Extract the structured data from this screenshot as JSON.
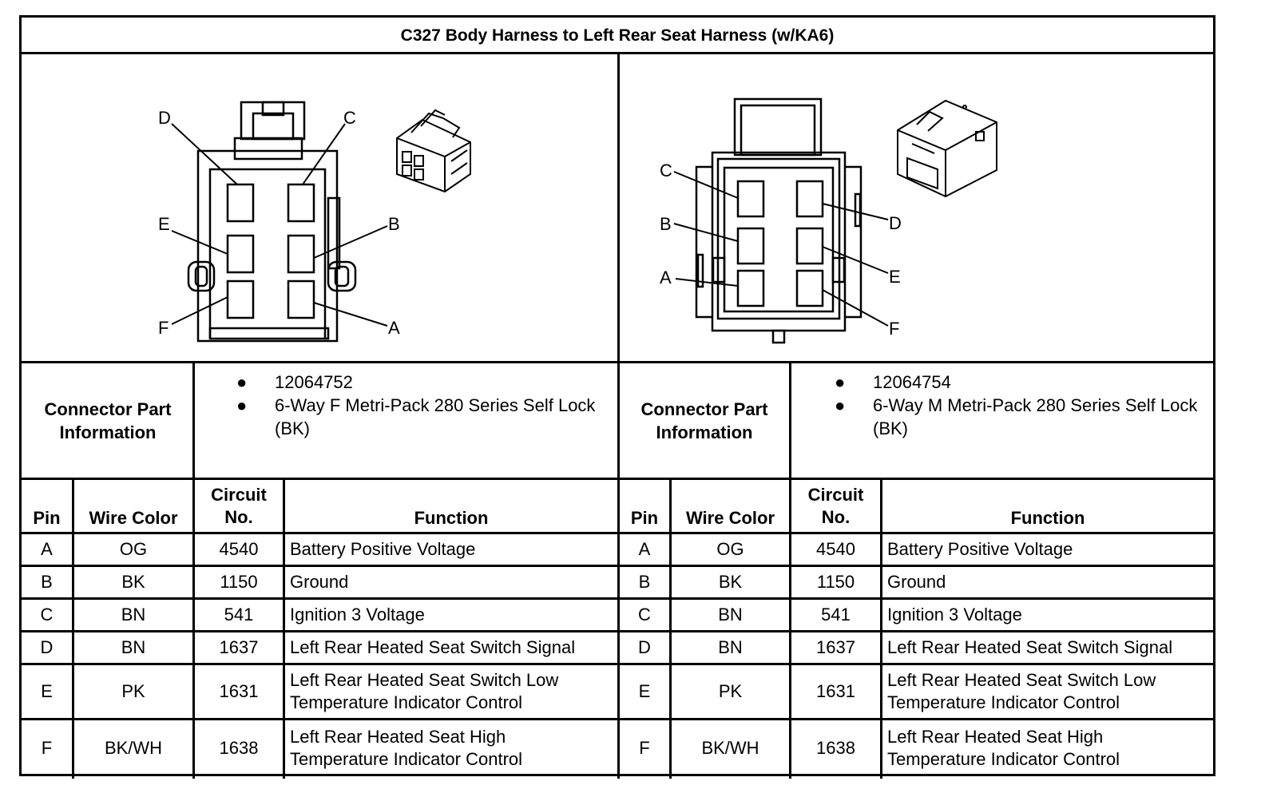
{
  "title": "C327 Body Harness to Left Rear Seat Harness (w/KA6)",
  "left": {
    "pin_callouts": {
      "D": "D",
      "C": "C",
      "E": "E",
      "B": "B",
      "F": "F",
      "A": "A"
    },
    "cpi_label": "Connector Part Information",
    "part_info": [
      "12064752",
      "6-Way F Metri-Pack 280 Series Self Lock (BK)"
    ],
    "headers": {
      "pin": "Pin",
      "wire_color": "Wire Color",
      "circuit": "Circuit No.",
      "function": "Function"
    },
    "rows": [
      {
        "pin": "A",
        "color": "OG",
        "circuit": "4540",
        "function": "Battery Positive Voltage"
      },
      {
        "pin": "B",
        "color": "BK",
        "circuit": "1150",
        "function": "Ground"
      },
      {
        "pin": "C",
        "color": "BN",
        "circuit": "541",
        "function": "Ignition 3 Voltage"
      },
      {
        "pin": "D",
        "color": "BN",
        "circuit": "1637",
        "function": "Left Rear Heated Seat Switch Signal"
      },
      {
        "pin": "E",
        "color": "PK",
        "circuit": "1631",
        "function": "Left Rear Heated Seat Switch Low Temperature Indicator Control"
      },
      {
        "pin": "F",
        "color": "BK/WH",
        "circuit": "1638",
        "function": "Left Rear Heated Seat High Temperature Indicator Control"
      }
    ]
  },
  "right": {
    "pin_callouts": {
      "C": "C",
      "B": "B",
      "A": "A",
      "D": "D",
      "E": "E",
      "F": "F"
    },
    "cpi_label": "Connector Part Information",
    "part_info": [
      "12064754",
      "6-Way M Metri-Pack 280 Series Self Lock (BK)"
    ],
    "headers": {
      "pin": "Pin",
      "wire_color": "Wire Color",
      "circuit": "Circuit No.",
      "function": "Function"
    },
    "rows": [
      {
        "pin": "A",
        "color": "OG",
        "circuit": "4540",
        "function": "Battery Positive Voltage"
      },
      {
        "pin": "B",
        "color": "BK",
        "circuit": "1150",
        "function": "Ground"
      },
      {
        "pin": "C",
        "color": "BN",
        "circuit": "541",
        "function": "Ignition 3 Voltage"
      },
      {
        "pin": "D",
        "color": "BN",
        "circuit": "1637",
        "function": "Left Rear Heated Seat Switch Signal"
      },
      {
        "pin": "E",
        "color": "PK",
        "circuit": "1631",
        "function": "Left Rear Heated Seat Switch Low Temperature Indicator Control"
      },
      {
        "pin": "F",
        "color": "BK/WH",
        "circuit": "1638",
        "function": "Left Rear Heated Seat High Temperature Indicator Control"
      }
    ]
  }
}
